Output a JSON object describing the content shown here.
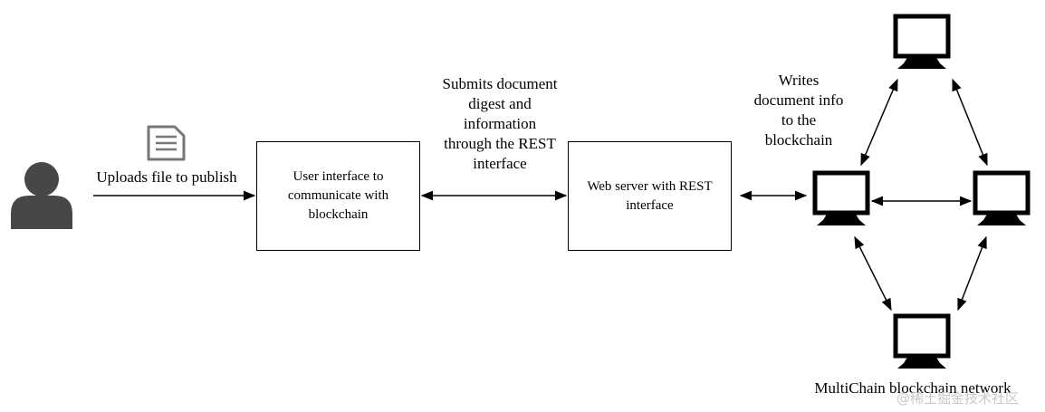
{
  "labels": {
    "upload": "Uploads file to publish",
    "submits": "Submits document\ndigest and\ninformation\nthrough the REST\ninterface",
    "writes": "Writes\ndocument info\nto the\nblockchain",
    "network": "MultiChain blockchain network"
  },
  "boxes": {
    "ui": "User interface to\ncommunicate with\nblockchain",
    "server": "Web server with REST\ninterface"
  },
  "icons": {
    "user": "user-icon",
    "document": "document-icon",
    "computer": "computer-icon"
  },
  "watermark": "@稀土掘金技术社区"
}
